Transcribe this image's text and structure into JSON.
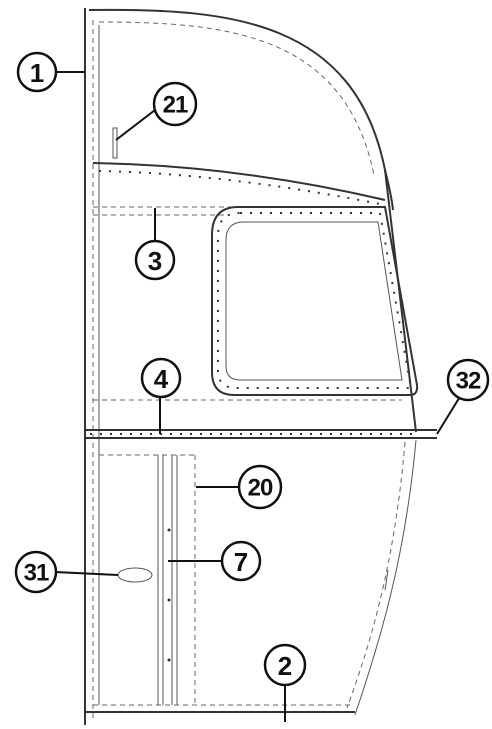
{
  "callouts": [
    {
      "id": "c1",
      "label": "1"
    },
    {
      "id": "c21",
      "label": "21"
    },
    {
      "id": "c3",
      "label": "3"
    },
    {
      "id": "c4",
      "label": "4"
    },
    {
      "id": "c32",
      "label": "32"
    },
    {
      "id": "c20",
      "label": "20"
    },
    {
      "id": "c31",
      "label": "31"
    },
    {
      "id": "c7",
      "label": "7"
    },
    {
      "id": "c2",
      "label": "2"
    }
  ]
}
